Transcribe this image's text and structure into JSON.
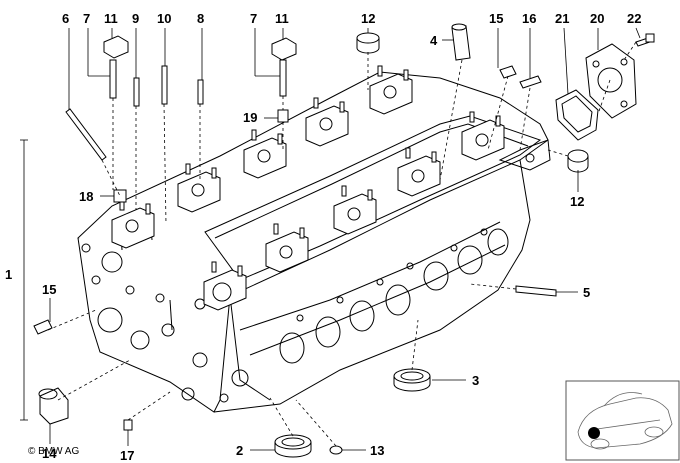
{
  "diagram": {
    "callouts": [
      {
        "id": "c6",
        "text": "6"
      },
      {
        "id": "c7a",
        "text": "7"
      },
      {
        "id": "c11a",
        "text": "11"
      },
      {
        "id": "c9",
        "text": "9"
      },
      {
        "id": "c10",
        "text": "10"
      },
      {
        "id": "c8",
        "text": "8"
      },
      {
        "id": "c7b",
        "text": "7"
      },
      {
        "id": "c11b",
        "text": "11"
      },
      {
        "id": "c12a",
        "text": "12"
      },
      {
        "id": "c4",
        "text": "4"
      },
      {
        "id": "c15a",
        "text": "15"
      },
      {
        "id": "c16",
        "text": "16"
      },
      {
        "id": "c21",
        "text": "21"
      },
      {
        "id": "c20",
        "text": "20"
      },
      {
        "id": "c22",
        "text": "22"
      },
      {
        "id": "c19",
        "text": "19"
      },
      {
        "id": "c18",
        "text": "18"
      },
      {
        "id": "c12b",
        "text": "12"
      },
      {
        "id": "c1",
        "text": "1"
      },
      {
        "id": "c15b",
        "text": "15"
      },
      {
        "id": "c5",
        "text": "5"
      },
      {
        "id": "c3",
        "text": "3"
      },
      {
        "id": "c14",
        "text": "14"
      },
      {
        "id": "c17",
        "text": "17"
      },
      {
        "id": "c2",
        "text": "2"
      },
      {
        "id": "c13",
        "text": "13"
      }
    ],
    "copyright": "© BMW AG"
  },
  "colors": {
    "line": "#000000",
    "background": "#ffffff",
    "inset_border": "#555555",
    "highlight_dot": "#000000"
  }
}
